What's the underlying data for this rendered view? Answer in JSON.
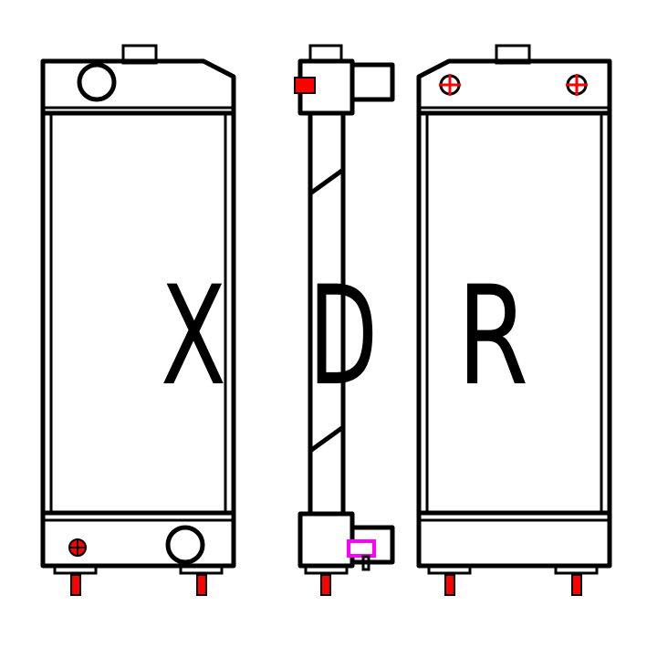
{
  "watermark": {
    "letters": [
      "X",
      "D",
      "R"
    ]
  },
  "views": [
    "front-view",
    "side-view",
    "rear-view"
  ],
  "colors": {
    "line": "#000000",
    "fitting": "#ff0000",
    "sensor": "#ff00ff",
    "background": "#ffffff"
  }
}
